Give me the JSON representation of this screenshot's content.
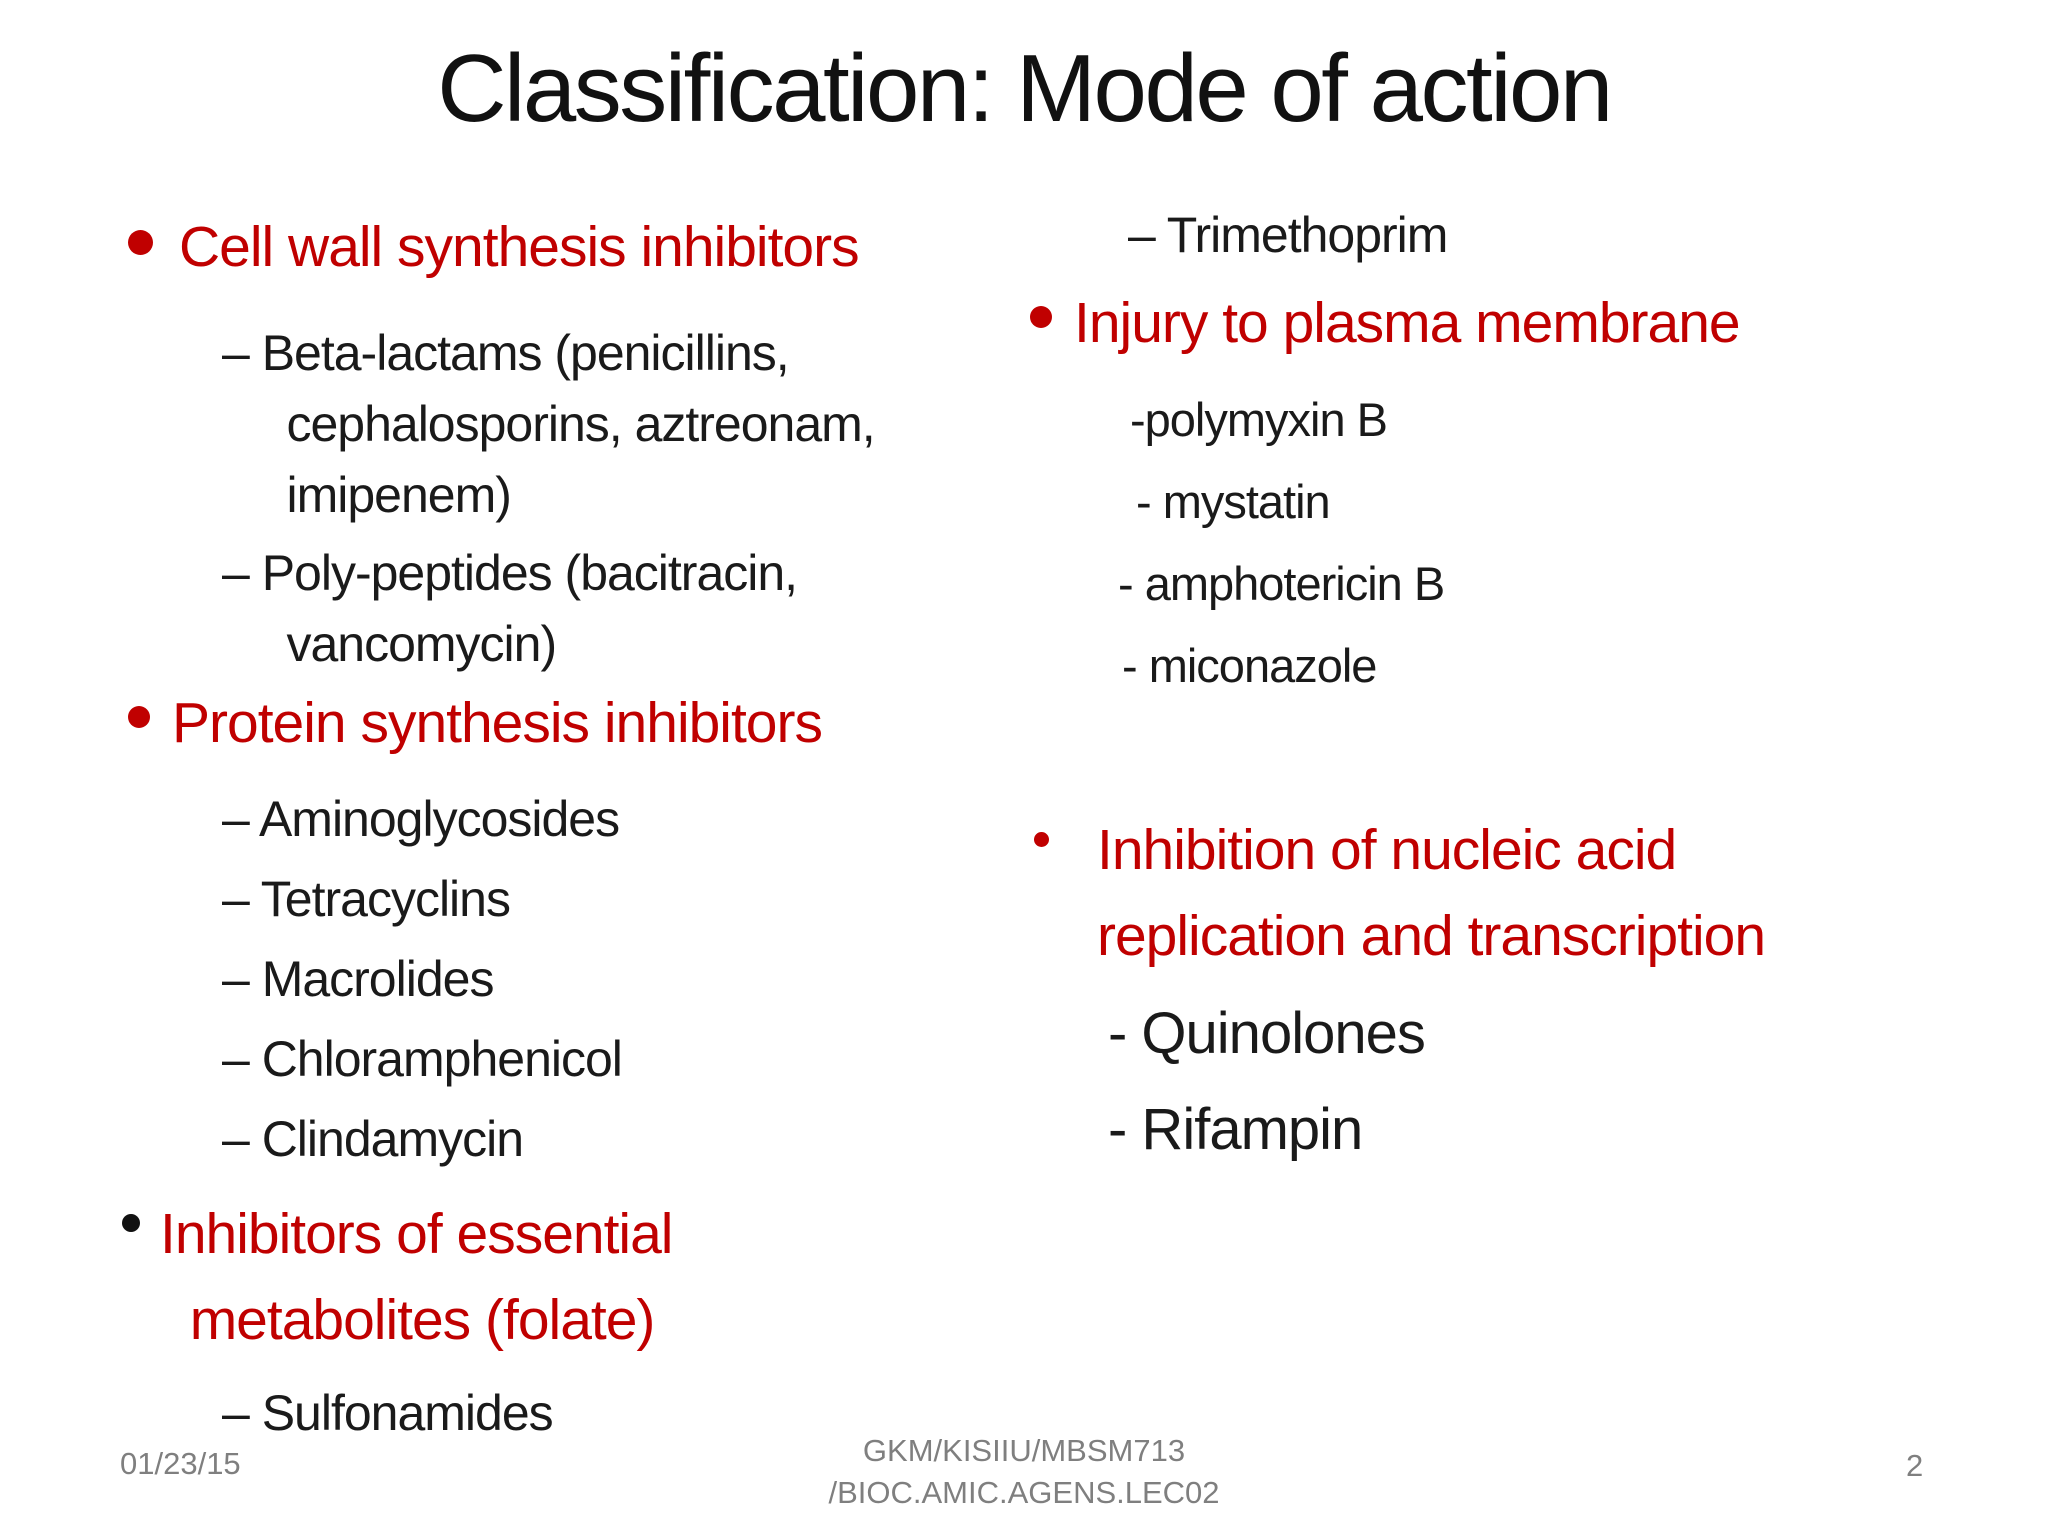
{
  "slide": {
    "title": "Classification: Mode of action",
    "left_column": {
      "header_cell_wall": "Cell wall synthesis inhibitors",
      "item_beta_lactams": "– Beta-lactams (penicillins,\n     cephalosporins, aztreonam,\n     imipenem)",
      "item_poly_peptides": "– Poly-peptides (bacitracin,\n     vancomycin)",
      "header_protein": "Protein synthesis inhibitors",
      "item_aminoglycosides": "– Aminoglycosides",
      "item_tetracyclins": "– Tetracyclins",
      "item_macrolides": "– Macrolides",
      "item_chloramphenicol": "– Chloramphenicol",
      "item_clindamycin": "– Clindamycin",
      "header_essential_metabolites": "Inhibitors of essential\n  metabolites (folate)",
      "item_sulfonamides": "– Sulfonamides"
    },
    "right_column": {
      "item_trimethoprim": "– Trimethoprim",
      "header_plasma_membrane": "Injury to plasma membrane",
      "item_polymyxin": "-polymyxin B",
      "item_mystatin": "- mystatin",
      "item_amphotericin": "- amphotericin B",
      "item_miconazole": "- miconazole",
      "header_nucleic_acid": "Inhibition of nucleic acid\nreplication and transcription",
      "item_quinolones": "- Quinolones",
      "item_rifampin": "- Rifampin"
    },
    "footer": {
      "date": "01/23/15",
      "reference": "GKM/KISIIU/MBSM713\n/BIOC.AMIC.AGENS.LEC02",
      "page_number": "2"
    },
    "colors": {
      "accent_red": "#C00000",
      "text_black": "#1a1a1a",
      "footer_gray": "#7f7f7f"
    }
  }
}
